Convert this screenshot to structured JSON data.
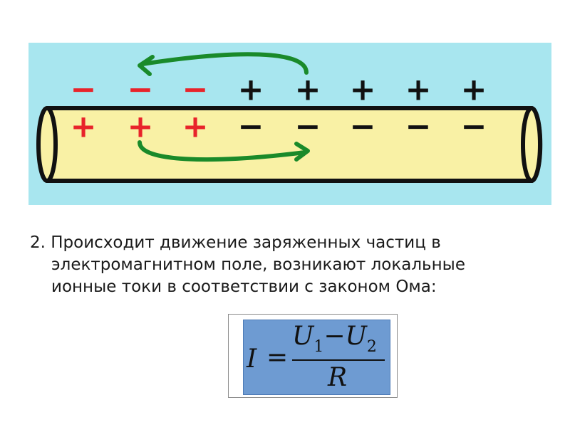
{
  "diagram": {
    "background_color": "#a8e6ef",
    "tube_fill": "#f9f1a5",
    "negative_color": "#e8232a",
    "positive_color": "#111111",
    "arrow_color": "#1a8a2a",
    "top_row": [
      "−",
      "−",
      "−",
      "+",
      "+",
      "+",
      "+",
      "+"
    ],
    "bottom_row": [
      "+",
      "+",
      "+",
      "−",
      "−",
      "−",
      "−",
      "−"
    ],
    "top_arrow": "arc-arrow-left",
    "bottom_arrow": "arc-arrow-right"
  },
  "caption": {
    "text": "2. Происходит движение заряженных частиц в электромагнитном поле, возникают локальные ионные токи в соответствии с законом Ома:"
  },
  "formula": {
    "lhs": "I",
    "eq": "=",
    "num_u1": "U",
    "num_sub1": "1",
    "num_minus": "−",
    "num_u2": "U",
    "num_sub2": "2",
    "den": "R",
    "box_color": "#6e9bd2"
  }
}
